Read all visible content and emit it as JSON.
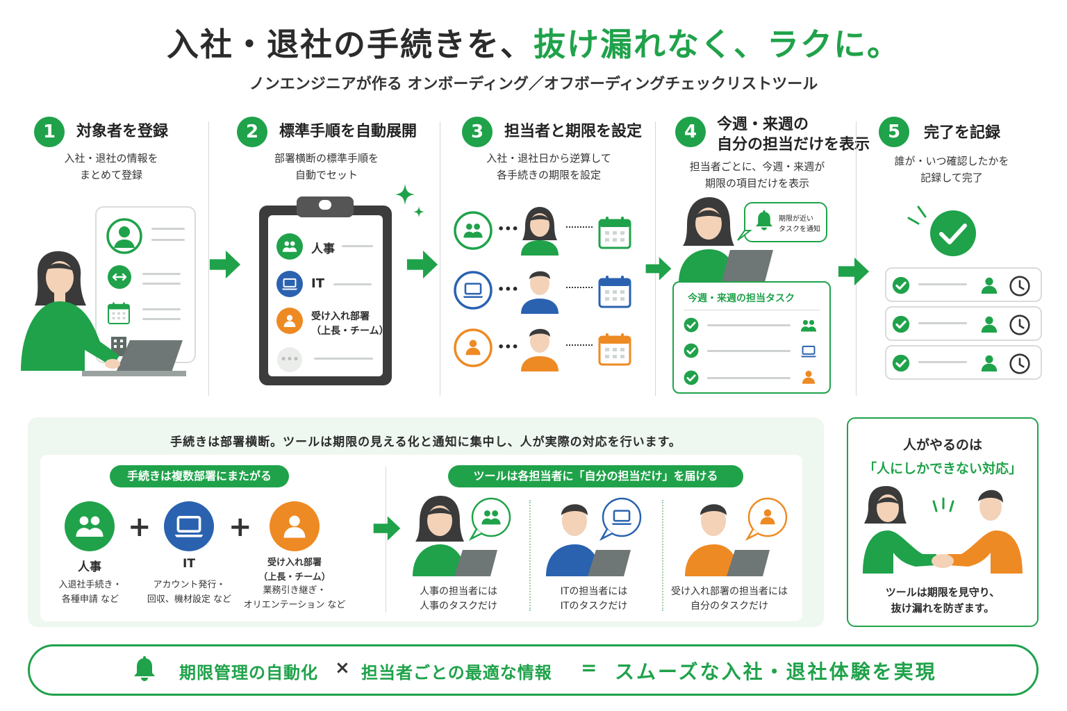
{
  "header": {
    "title_main": "入社・退社の手続きを、",
    "title_accent": "抜け漏れなく、ラクに。",
    "subtitle": "ノンエンジニアが作る オンボーディング／オフボーディングチェックリストツール"
  },
  "steps": [
    {
      "num": "1",
      "title": "対象者を登録",
      "desc_1": "入社・退社の情報を",
      "desc_2": "まとめて登録"
    },
    {
      "num": "2",
      "title": "標準手順を自動展開",
      "desc_1": "部署横断の標準手順を",
      "desc_2": "自動でセット"
    },
    {
      "num": "3",
      "title": "担当者と期限を設定",
      "desc_1": "入社・退社日から逆算して",
      "desc_2": "各手続きの期限を設定"
    },
    {
      "num": "4",
      "title_1": "今週・来週の",
      "title_2": "自分の担当だけを表示",
      "desc_1": "担当者ごとに、今週・来週が",
      "desc_2": "期限の項目だけを表示"
    },
    {
      "num": "5",
      "title": "完了を記録",
      "desc_1": "誰が・いつ確認したかを",
      "desc_2": "記録して完了"
    }
  ],
  "clipboard": {
    "items": [
      {
        "label": "人事"
      },
      {
        "label": "IT"
      },
      {
        "label_1": "受け入れ部署",
        "label_2": "（上長・チーム）"
      }
    ]
  },
  "notification": {
    "line_1": "期限が近い",
    "line_2": "タスクを通知"
  },
  "task_panel": {
    "title": "今週・来週の担当タスク"
  },
  "bottom": {
    "headline": "手続きは部署横断。ツールは期限の見える化と通知に集中し、人が実際の対応を行います。",
    "left_pill": "手続きは複数部署にまたがる",
    "right_pill": "ツールは各担当者に「自分の担当だけ」を届ける",
    "plus": "+",
    "departments": [
      {
        "name": "人事",
        "detail_1": "入退社手続き・",
        "detail_2": "各種申請 など"
      },
      {
        "name": "IT",
        "detail_1": "アカウント発行・",
        "detail_2": "回収、機材設定 など"
      },
      {
        "name_1": "受け入れ部署",
        "name_2": "（上長・チーム）",
        "detail_1": "業務引き継ぎ・",
        "detail_2": "オリエンテーション など"
      }
    ],
    "assignees": [
      {
        "text_1": "人事の担当者には",
        "text_2": "人事のタスクだけ"
      },
      {
        "text_1": "ITの担当者には",
        "text_2": "ITのタスクだけ"
      },
      {
        "text_1": "受け入れ部署の担当者には",
        "text_2": "自分のタスクだけ"
      }
    ]
  },
  "human_box": {
    "line_1": "人がやるのは",
    "line_2": "「人にしかできない対応」",
    "caption_1": "ツールは期限を見守り、",
    "caption_2": "抜け漏れを防ぎます。"
  },
  "footer": {
    "part_1": "期限管理の自動化",
    "times": "×",
    "part_2": "担当者ごとの最適な情報",
    "equals": "=",
    "part_3": "スムーズな入社・退社体験を実現"
  },
  "colors": {
    "green": "#1fa24a",
    "blue": "#2a62b0",
    "orange": "#ee8a23",
    "light_green": "#eef7f0"
  }
}
